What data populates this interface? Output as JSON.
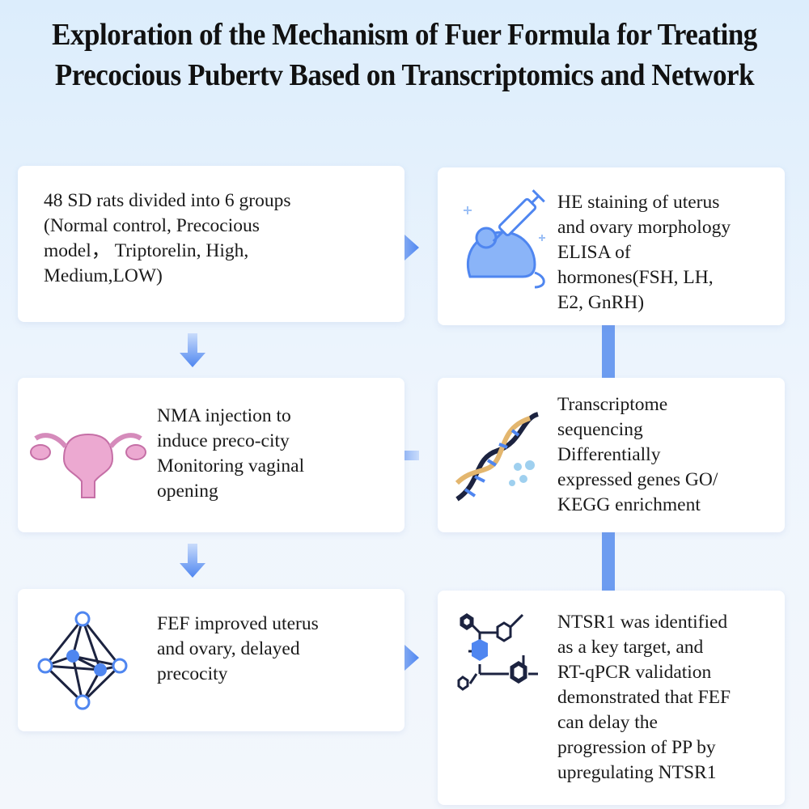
{
  "title": "Exploration of the Mechanism of Fuer Formula for Treating Precocious Pubertv Based on Transcriptomics and Network",
  "steps": {
    "groups": "48 SD rats divided into 6 groups\n(Normal control, Precocious\nmodel， Triptorelin, High,\nMedium,LOW)",
    "staining": "HE staining of uterus\nand ovary morphology\nELISA of\nhormones(FSH, LH,\nE2, GnRH)",
    "nma": "NMA injection to\ninduce preco-city\nMonitoring vaginal\nopening",
    "transcriptome": "Transcriptome\nsequencing\nDifferentially\nexpressed genes GO/\nKEGG enrichment",
    "fef": "FEF improved uterus\nand ovary, delayed\nprecocity",
    "ntsr1": "NTSR1 was identified\nas a key target, and\nRT-qPCR validation\ndemonstrated that FEF\ncan delay the\nprogression of PP by\nupregulating NTSR1"
  },
  "colors": {
    "accent": "#4f86f0",
    "dark": "#1c2340",
    "pink": "#e79ac8"
  }
}
